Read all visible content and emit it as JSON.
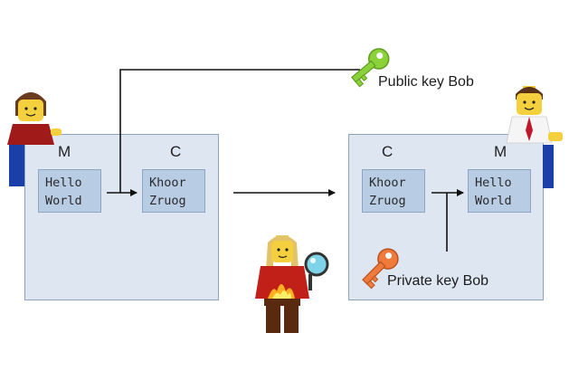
{
  "sender_panel": {
    "plain_header": "M",
    "cipher_header": "C",
    "plaintext": {
      "line1": "Hello",
      "line2": "World"
    },
    "ciphertext": {
      "line1": "Khoor",
      "line2": "Zruog"
    }
  },
  "receiver_panel": {
    "cipher_header": "C",
    "plain_header": "M",
    "ciphertext": {
      "line1": "Khoor",
      "line2": "Zruog"
    },
    "plaintext": {
      "line1": "Hello",
      "line2": "World"
    }
  },
  "public_key": {
    "label": "Public key Bob",
    "color": "#8bd23a",
    "icon": "key-icon"
  },
  "private_key": {
    "label": "Private key Bob",
    "color": "#f07a3c",
    "icon": "key-icon"
  },
  "figures": {
    "alice": "lego-figure-alice",
    "bob": "lego-figure-bob",
    "eve": "lego-figure-eavesdropper"
  },
  "colors": {
    "panel_fill": "#dde6f1",
    "box_fill": "#b8cce4",
    "arrow": "#111111"
  }
}
